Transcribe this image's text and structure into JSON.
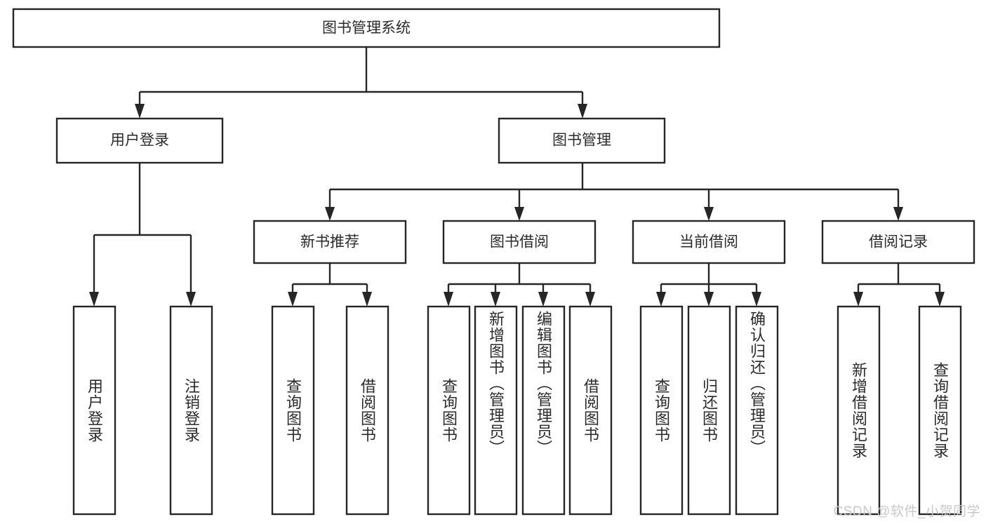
{
  "diagram": {
    "title": "图书管理系统",
    "type": "hierarchy-tree",
    "watermark": "CSDN @软件_小贺同学",
    "colors": {
      "stroke": "#262626",
      "fill": "#ffffff",
      "text": "#2b2b2b",
      "watermark": "#c9c9c9",
      "background": "#ffffff"
    },
    "levels": {
      "root": {
        "label": "图书管理系统"
      },
      "level2": [
        {
          "id": "user-login",
          "label": "用户登录"
        },
        {
          "id": "book-management",
          "label": "图书管理"
        }
      ],
      "level3": [
        {
          "id": "new-book-recommend",
          "label": "新书推荐",
          "parent": "book-management"
        },
        {
          "id": "book-borrow",
          "label": "图书借阅",
          "parent": "book-management"
        },
        {
          "id": "current-borrow",
          "label": "当前借阅",
          "parent": "book-management"
        },
        {
          "id": "borrow-record",
          "label": "借阅记录",
          "parent": "book-management"
        }
      ],
      "leaves": [
        {
          "id": "leaf-user-login",
          "label": "用户登录",
          "parent": "user-login"
        },
        {
          "id": "leaf-logout",
          "label": "注销登录",
          "parent": "user-login"
        },
        {
          "id": "leaf-query-book-1",
          "label": "查询图书",
          "parent": "new-book-recommend"
        },
        {
          "id": "leaf-borrow-book-1",
          "label": "借阅图书",
          "parent": "new-book-recommend"
        },
        {
          "id": "leaf-query-book-2",
          "label": "查询图书",
          "parent": "book-borrow"
        },
        {
          "id": "leaf-add-book",
          "label": "新增图书（管理员）",
          "parent": "book-borrow"
        },
        {
          "id": "leaf-edit-book",
          "label": "编辑图书（管理员）",
          "parent": "book-borrow"
        },
        {
          "id": "leaf-borrow-book-2",
          "label": "借阅图书",
          "parent": "book-borrow"
        },
        {
          "id": "leaf-query-book-3",
          "label": "查询图书",
          "parent": "current-borrow"
        },
        {
          "id": "leaf-return-book",
          "label": "归还图书",
          "parent": "current-borrow"
        },
        {
          "id": "leaf-confirm-return",
          "label": "确认归还（管理员）",
          "parent": "current-borrow"
        },
        {
          "id": "leaf-add-record",
          "label": "新增借阅记录",
          "parent": "borrow-record"
        },
        {
          "id": "leaf-query-record",
          "label": "查询借阅记录",
          "parent": "borrow-record"
        }
      ]
    }
  }
}
